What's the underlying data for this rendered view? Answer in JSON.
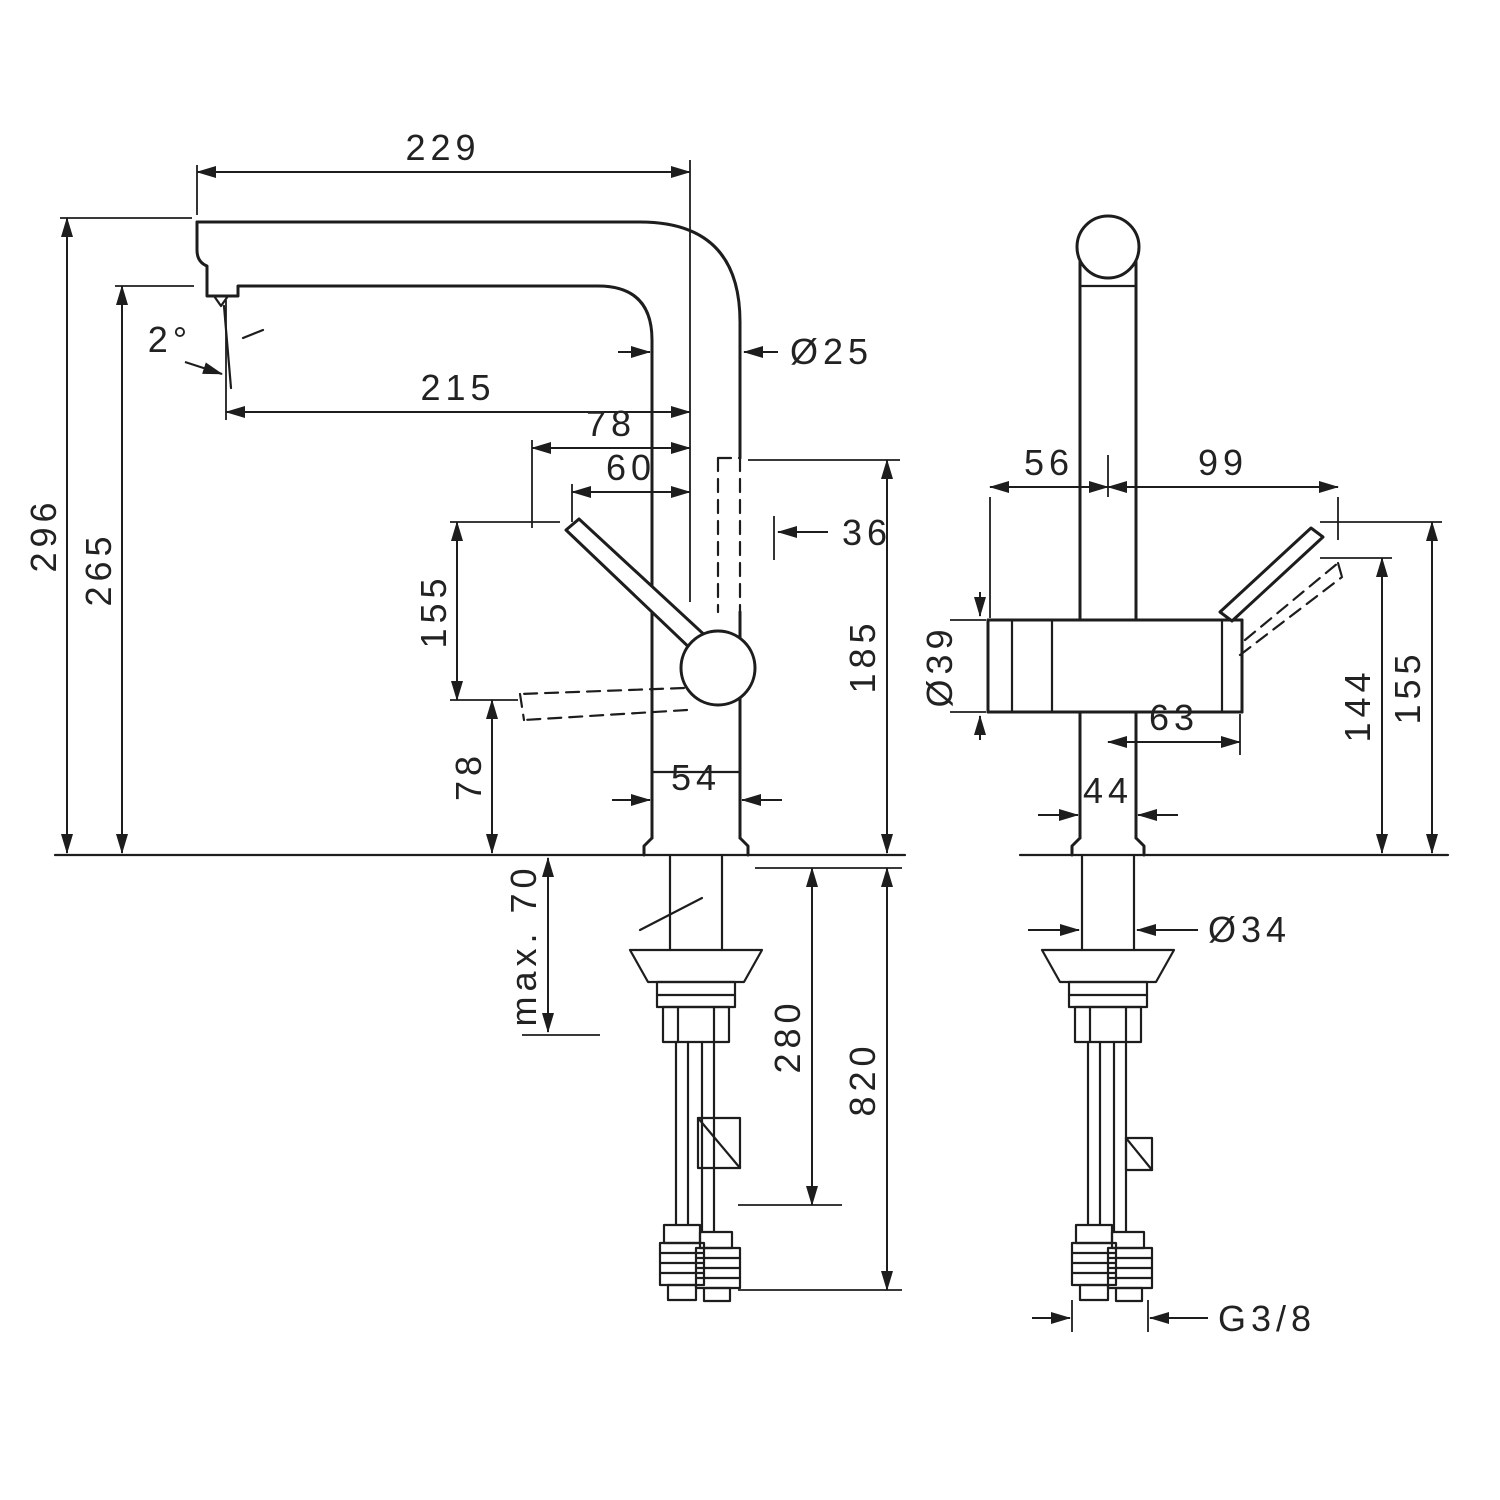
{
  "colors": {
    "background": "#ffffff",
    "ink": "#1d1d1d"
  },
  "dimensions": {
    "left": {
      "reach_229": "229",
      "dia_25": "Ø25",
      "reach_215": "215",
      "offset_78": "78",
      "offset_60": "60",
      "offset_36": "36",
      "angle_2": "2°",
      "height_296": "296",
      "height_265": "265",
      "handle_155": "155",
      "handle_78": "78",
      "width_54": "54",
      "max_70": "max. 70",
      "depth_280": "280",
      "depth_820": "820",
      "height_185": "185"
    },
    "right": {
      "width_56": "56",
      "width_99": "99",
      "dia_39": "Ø39",
      "width_63": "63",
      "height_144": "144",
      "height_155": "155",
      "width_44": "44",
      "dia_34": "Ø34",
      "thread_g38": "G3/8"
    }
  }
}
